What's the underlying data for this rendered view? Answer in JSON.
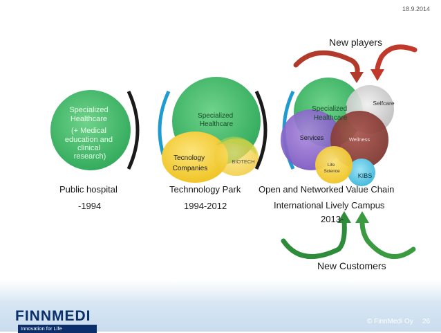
{
  "header": {
    "date": "18.9.2014"
  },
  "circle1": {
    "lines": [
      "Specialized",
      "Healthcare",
      "(+ Medical",
      "education and",
      "clinical",
      "research)"
    ]
  },
  "era1": {
    "label": "Public  hospital",
    "period": "-1994"
  },
  "circle2": {
    "main_lines": [
      "Specialized",
      "Healthcare"
    ],
    "tech_lines": [
      "Tecnology",
      "Companies"
    ],
    "biotech": "BIOTECH"
  },
  "era2": {
    "label": "Technnology Park",
    "period": "1994-2012"
  },
  "circle3": {
    "main_lines": [
      "Specialized",
      "Healthcare"
    ],
    "selfcare": "Selfcare",
    "services": "Services",
    "wellness": "Wellness",
    "life_lines": [
      "Life",
      "Science"
    ],
    "kibs": "KIBS"
  },
  "era3": {
    "label": "Open and Networked Value Chain",
    "sub": "International Lively Campus",
    "period": "2013-"
  },
  "annotations": {
    "new_players": "New players",
    "new_customers": "New Customers"
  },
  "footer": {
    "logo": "FINNMEDI",
    "tagline": "Innovation for Life",
    "copyright": "© FinnMedi Oy",
    "page": "26"
  },
  "colors": {
    "green": "#4cba6c",
    "yellow": "#f5cf3a",
    "purple": "#8b64c8",
    "brown": "#8b3f38",
    "cyan": "#5cc9e6",
    "grey": "#c8c8c8",
    "bracket": "#1f9bd1",
    "arrow_red": "#c0392b",
    "arrow_green": "#2e8b3a"
  }
}
